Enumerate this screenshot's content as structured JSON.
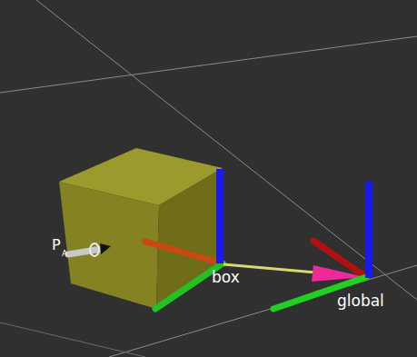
{
  "diagram": {
    "labels": [
      "P",
      "A",
      "box",
      "global"
    ]
  }
}
